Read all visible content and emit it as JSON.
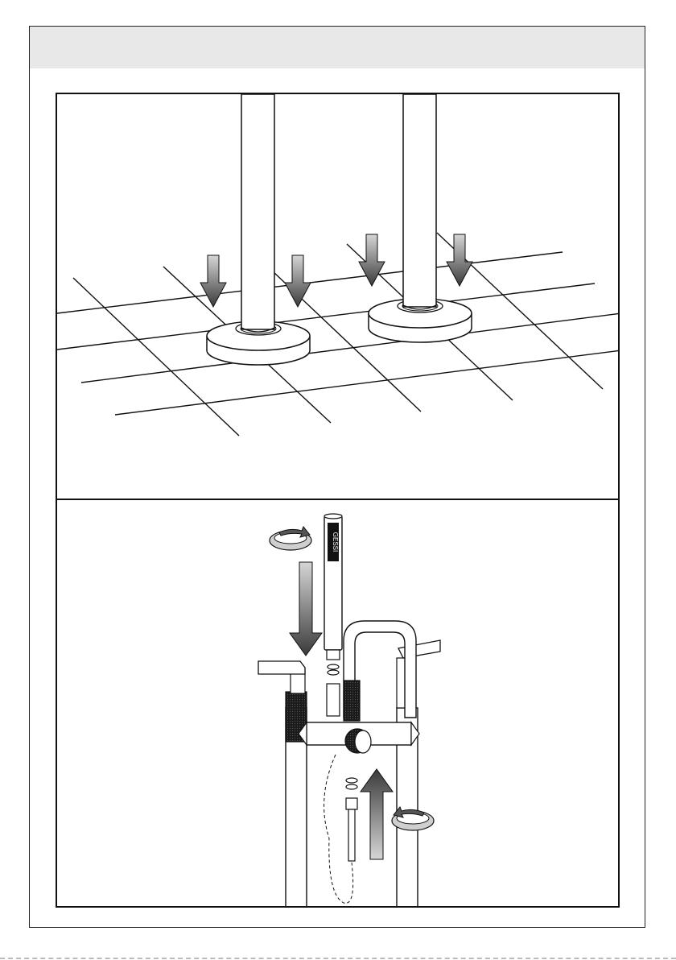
{
  "document": {
    "header_band_color": "#e8e8e8",
    "handshower_brand_mark": "GESSI",
    "figures": [
      {
        "id": "floor-mounting",
        "icons": [
          "down-arrow-icon",
          "down-arrow-icon",
          "down-arrow-icon",
          "down-arrow-icon"
        ]
      },
      {
        "id": "handshower-hose-connection",
        "icons": [
          "rotate-clockwise-icon",
          "down-arrow-icon",
          "up-arrow-icon",
          "rotate-counterclockwise-icon"
        ]
      }
    ]
  }
}
